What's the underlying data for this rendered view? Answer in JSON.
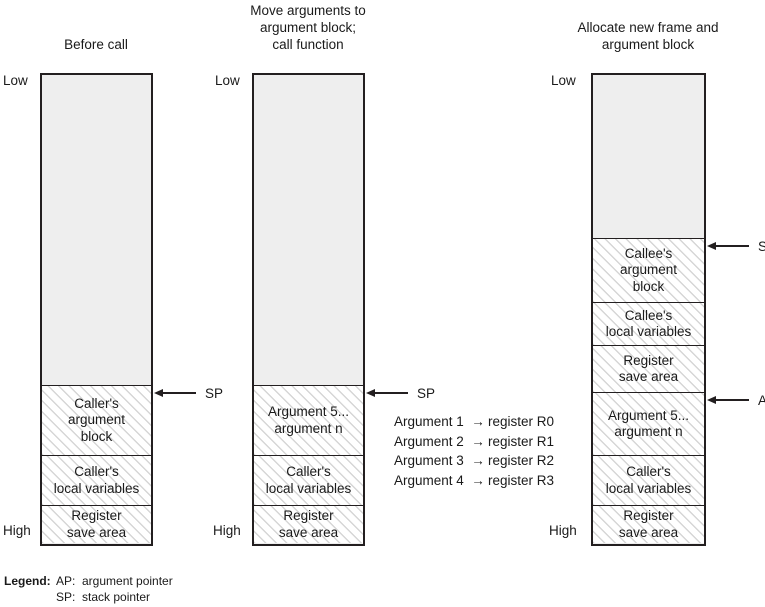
{
  "diagram": {
    "columns": [
      {
        "id": "before-call",
        "title": "Before call",
        "low_label": "Low",
        "high_label": "High",
        "segments": [
          {
            "id": "free-space",
            "type": "free",
            "lines": []
          },
          {
            "id": "callers-argument-block",
            "type": "hatch",
            "lines": [
              "Caller's",
              "argument",
              "block"
            ]
          },
          {
            "id": "callers-local-variables",
            "type": "hatch",
            "lines": [
              "Caller's",
              "local variables"
            ]
          },
          {
            "id": "register-save-area",
            "type": "hatch",
            "lines": [
              "Register",
              "save area"
            ]
          }
        ],
        "pointers": [
          {
            "id": "sp-pointer",
            "label": "SP"
          }
        ]
      },
      {
        "id": "move-arguments",
        "title": "Move arguments to\nargument block;\ncall function",
        "low_label": "Low",
        "high_label": "High",
        "segments": [
          {
            "id": "free-space",
            "type": "free",
            "lines": []
          },
          {
            "id": "argument-block",
            "type": "hatch",
            "lines": [
              "Argument 5...",
              "argument n"
            ]
          },
          {
            "id": "callers-local-variables",
            "type": "hatch",
            "lines": [
              "Caller's",
              "local variables"
            ]
          },
          {
            "id": "register-save-area",
            "type": "hatch",
            "lines": [
              "Register",
              "save area"
            ]
          }
        ],
        "pointers": [
          {
            "id": "sp-pointer",
            "label": "SP"
          }
        ]
      },
      {
        "id": "allocate-new-frame",
        "title": "Allocate new frame and\nargument block",
        "low_label": "Low",
        "high_label": "High",
        "segments": [
          {
            "id": "free-space",
            "type": "free",
            "lines": []
          },
          {
            "id": "callees-argument-block",
            "type": "hatch",
            "lines": [
              "Callee's",
              "argument",
              "block"
            ]
          },
          {
            "id": "callees-local-variables",
            "type": "hatch",
            "lines": [
              "Callee's",
              "local variables"
            ]
          },
          {
            "id": "callee-register-save-area",
            "type": "hatch",
            "lines": [
              "Register",
              "save area"
            ]
          },
          {
            "id": "argument-block",
            "type": "hatch",
            "lines": [
              "Argument 5...",
              "argument n"
            ]
          },
          {
            "id": "callers-local-variables",
            "type": "hatch",
            "lines": [
              "Caller's",
              "local variables"
            ]
          },
          {
            "id": "caller-register-save-area",
            "type": "hatch",
            "lines": [
              "Register",
              "save area"
            ]
          }
        ],
        "pointers": [
          {
            "id": "sp-pointer",
            "label": "SP"
          },
          {
            "id": "ap-pointer",
            "label": "AP"
          }
        ]
      }
    ],
    "register_mapping": [
      {
        "argument": "Argument 1",
        "arrow": "→",
        "register": "register R0"
      },
      {
        "argument": "Argument 2",
        "arrow": "→",
        "register": "register R1"
      },
      {
        "argument": "Argument 3",
        "arrow": "→",
        "register": "register R2"
      },
      {
        "argument": "Argument 4",
        "arrow": "→",
        "register": "register R3"
      }
    ],
    "legend": {
      "title": "Legend:",
      "entries": [
        {
          "key": "AP:",
          "description": "argument pointer"
        },
        {
          "key": "SP:",
          "description": "stack pointer"
        }
      ]
    }
  }
}
